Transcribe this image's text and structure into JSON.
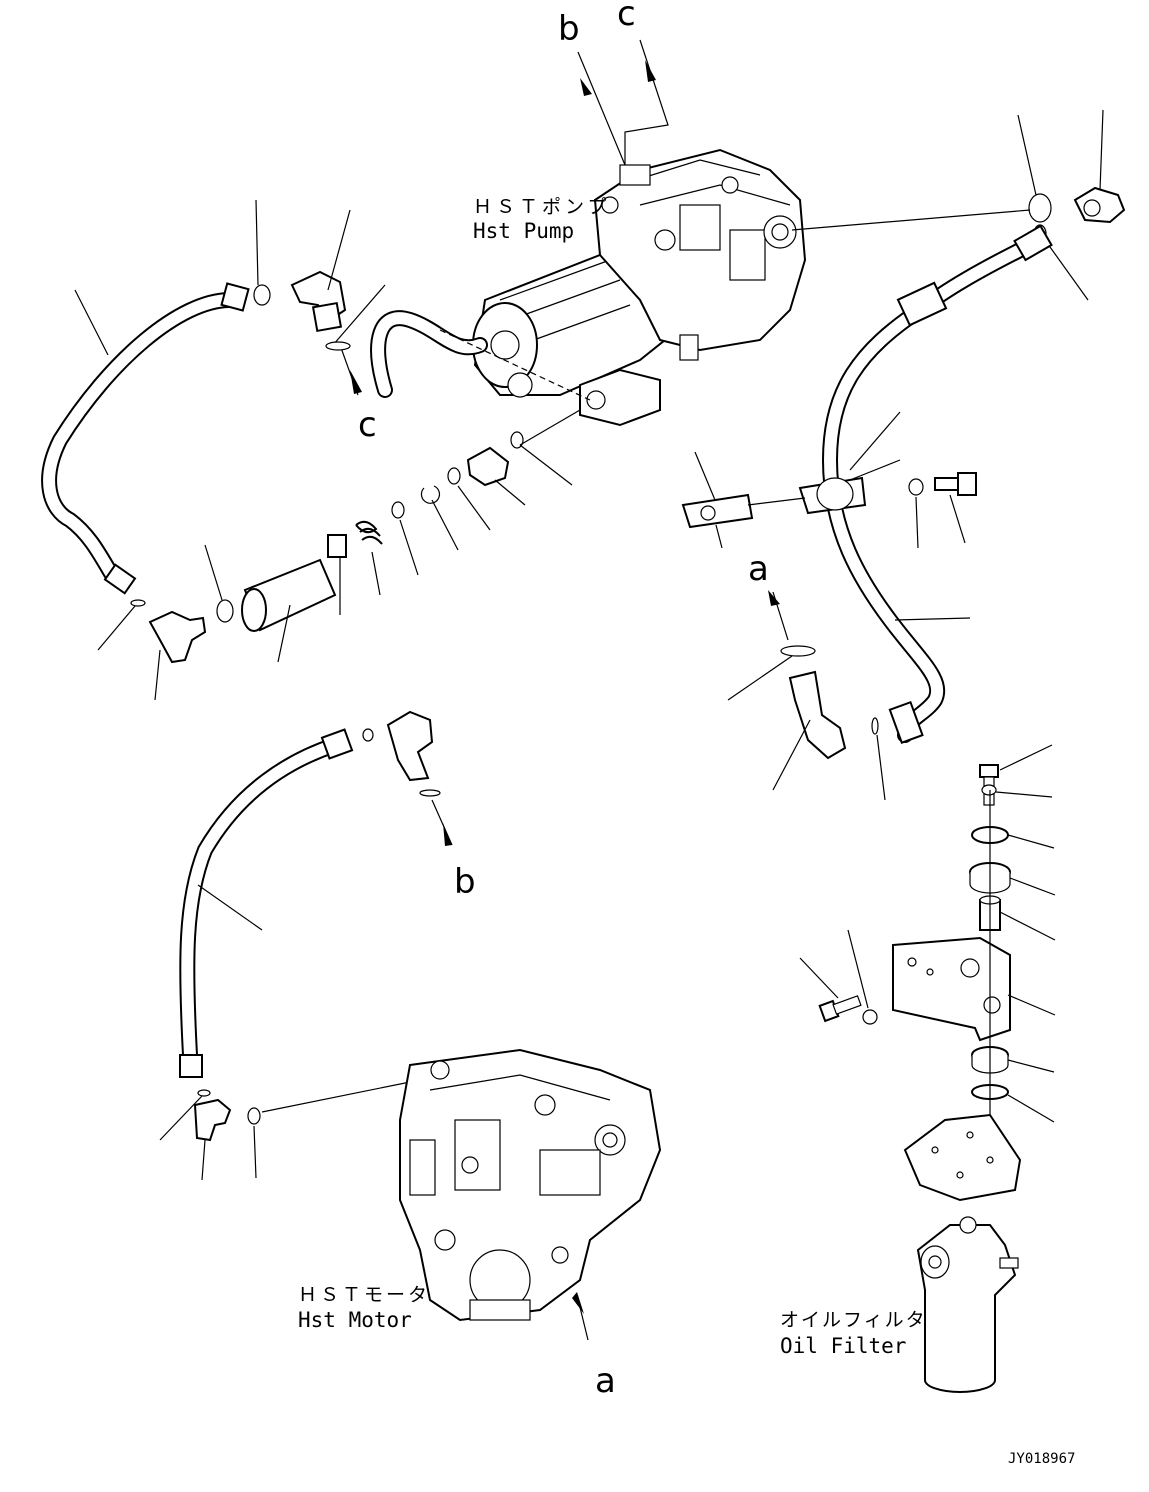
{
  "labels": {
    "pump_jp": "ＨＳＴポンプ",
    "pump_en": "Hst Pump",
    "motor_jp": "ＨＳＴモータ",
    "motor_en": "Hst Motor",
    "filter_jp": "オイルフィルタ",
    "filter_en": "Oil Filter",
    "drawing_id": "JY018967"
  },
  "ref_letters": {
    "b_top": "b",
    "c_top": "c",
    "c_mid": "c",
    "a_mid": "a",
    "b_mid": "b",
    "a_bottom": "a"
  }
}
